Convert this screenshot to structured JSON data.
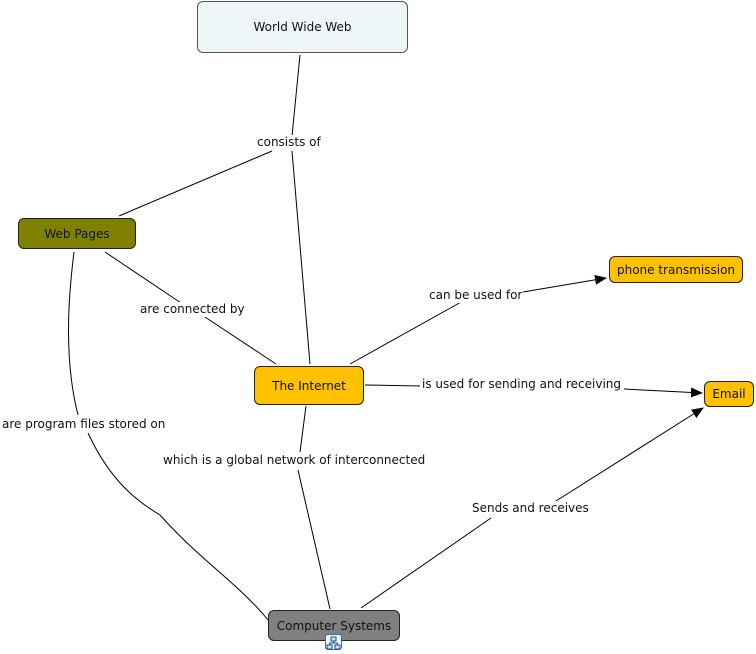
{
  "nodes": {
    "www": {
      "label": "World Wide Web",
      "color": "#eef5f7"
    },
    "webpages": {
      "label": "Web Pages",
      "color": "#808000"
    },
    "internet": {
      "label": "The Internet",
      "color": "#ffc000"
    },
    "phone": {
      "label": "phone transmission",
      "color": "#ffc000"
    },
    "email": {
      "label": "Email",
      "color": "#ffc000"
    },
    "computer": {
      "label": "Computer Systems",
      "color": "#808080"
    }
  },
  "links": {
    "consists": "consists of",
    "connected": "are connected by",
    "canused": "can be used for",
    "sending": "is used for sending and receiving",
    "program": "are program files stored on",
    "global": "which is a global network of interconnected",
    "sends": "Sends and receives"
  },
  "resource_icon": "network-resource-icon"
}
